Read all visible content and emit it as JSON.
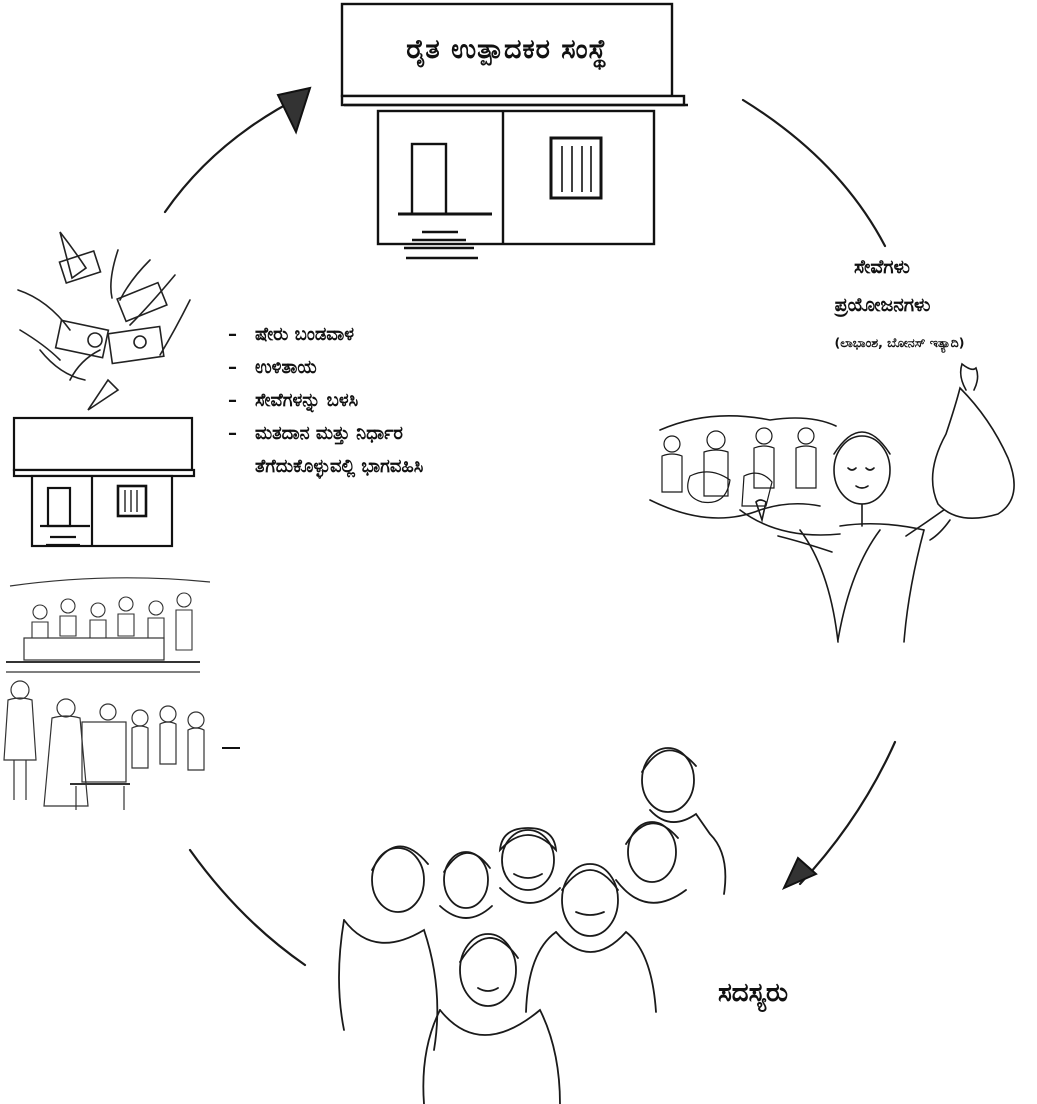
{
  "diagram": {
    "organization": {
      "title": "ರೈತ ಉತ್ಪಾದಕರ ಸಂಸ್ಥೆ"
    },
    "services": {
      "title": "ಸೇವೆಗಳು",
      "subtitle": "ಪ್ರಯೋಜನಗಳು",
      "note": "(ಲಾಭಾಂಶ, ಬೋನಸ್ ಇತ್ಯಾದಿ)"
    },
    "members": {
      "label": "ಸದಸ್ಯರು"
    },
    "member_roles": {
      "dash": "–",
      "items": [
        "ಷೇರು ಬಂಡವಾಳ",
        "ಉಳಿತಾಯ",
        "ಸೇವೆಗಳನ್ನು ಬಳಸಿ",
        "ಮತದಾನ ಮತ್ತು ನಿರ್ಧಾರ"
      ],
      "continuation": "ತೆಗೆದುಕೊಳ್ಳುವಲ್ಲಿ ಭಾಗವಹಿಸಿ"
    }
  }
}
